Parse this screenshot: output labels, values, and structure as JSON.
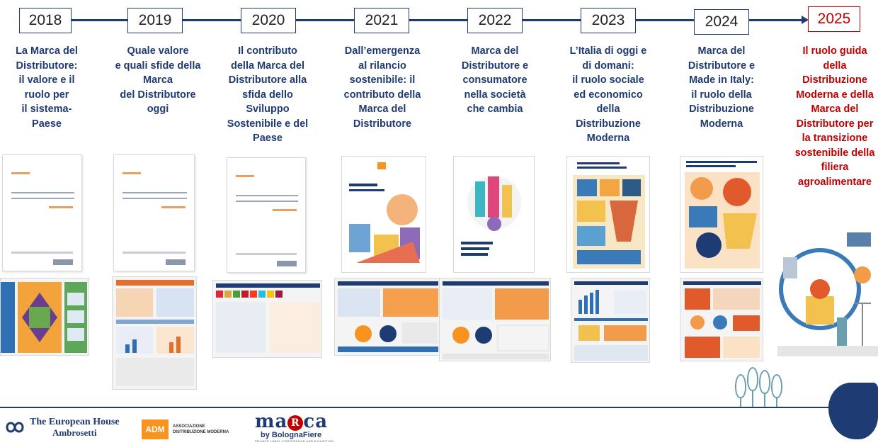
{
  "timeline": [
    {
      "year": "2018",
      "title": "La Marca del\nDistributore:\nil valore e il\nruolo per\nil sistema-\nPaese",
      "highlight": false
    },
    {
      "year": "2019",
      "title": "Quale valore\ne quali sfide della\nMarca\ndel Distributore\noggi",
      "highlight": false
    },
    {
      "year": "2020",
      "title": "Il contributo\ndella Marca del\nDistributore alla\nsfida dello\nSviluppo\nSostenibile e del\nPaese",
      "highlight": false
    },
    {
      "year": "2021",
      "title": "Dall’emergenza\nal rilancio\nsostenibile: il\ncontributo della\nMarca del\nDistributore",
      "highlight": false
    },
    {
      "year": "2022",
      "title": "Marca del\nDistributore e\nconsumatore\nnella società\nche cambia",
      "highlight": false
    },
    {
      "year": "2023",
      "title": "L’Italia di oggi e\ndi domani:\nil ruolo sociale\ned economico\ndella\nDistribuzione\nModerna",
      "highlight": false
    },
    {
      "year": "2024",
      "title": "Marca del\nDistributore e\nMade in Italy:\nil ruolo della\nDistribuzione\nModerna",
      "highlight": false
    },
    {
      "year": "2025",
      "title": "Il ruolo guida\ndella\nDistribuzione\nModerna e della\nMarca del\nDistributore per\nla transizione\nsostenibile della\nfiliera\nagroalimentare",
      "highlight": true
    }
  ],
  "logos": {
    "teha_line1": "The European House",
    "teha_line2": "Ambrosetti",
    "adm_mark": "ADM",
    "adm_text_1": "ASSOCIAZIONE",
    "adm_text_2": "DISTRIBUZIONE MODERNA",
    "marca_a": "ma",
    "marca_r": "R",
    "marca_b": "ca",
    "marca_by": "by BolognaFiere",
    "marca_sub": "PRIVATE LABEL CONFERENCE AND EXHIBITION"
  },
  "colors": {
    "navy": "#1f3b73",
    "red": "#c00000",
    "orange": "#f7931e"
  }
}
